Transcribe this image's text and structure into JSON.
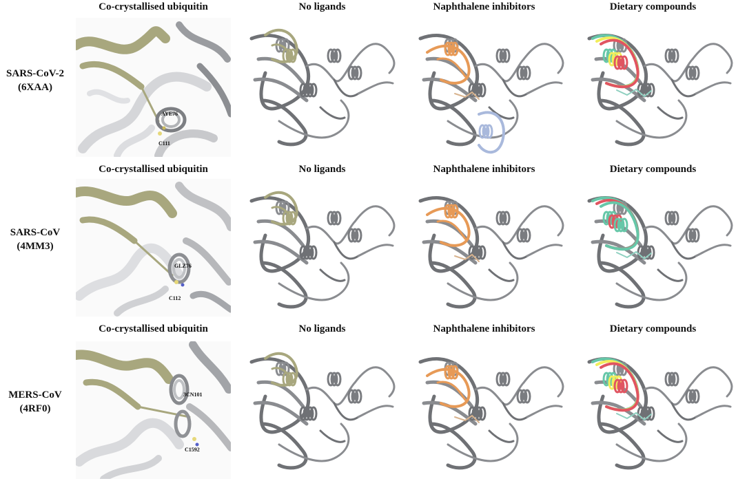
{
  "figure": {
    "row_labels": [
      {
        "line1": "SARS-CoV-2",
        "line2": "(6XAA)"
      },
      {
        "line1": "SARS-CoV",
        "line2": "(4MM3)"
      },
      {
        "line1": "MERS-CoV",
        "line2": "(4RF0)"
      }
    ],
    "rows": [
      {
        "titles": [
          "Co-crystallised ubiquitin",
          "No ligands",
          "Naphthalene inhibitors",
          "Dietary compounds"
        ],
        "zoom_labels": {
          "ligand": "AYE76",
          "residue": "C111"
        }
      },
      {
        "titles": [
          "Co-crystallised ubiquitin",
          "No ligands",
          "Naphthalene inhibitors",
          "Dietary compounds"
        ],
        "zoom_labels": {
          "ligand": "GLZ76",
          "residue": "C112"
        }
      },
      {
        "titles": [
          "Co-crystallised ubiquitin",
          "No ligands",
          "Naphthalene inhibitors",
          "Dietary compounds"
        ],
        "zoom_labels": {
          "ligand": "3CN101",
          "residue": "C1592"
        }
      }
    ]
  },
  "colors": {
    "protein": "#8a8c90",
    "protein_light": "#c9cbce",
    "ubiquitin": "#a8a77e",
    "naphthalene": "#e79a57",
    "inhibitor_blue": "#a9b9dc",
    "dietary_teal": "#66c7a8",
    "dietary_red": "#e05561",
    "dietary_yellow": "#f2ee5c"
  }
}
